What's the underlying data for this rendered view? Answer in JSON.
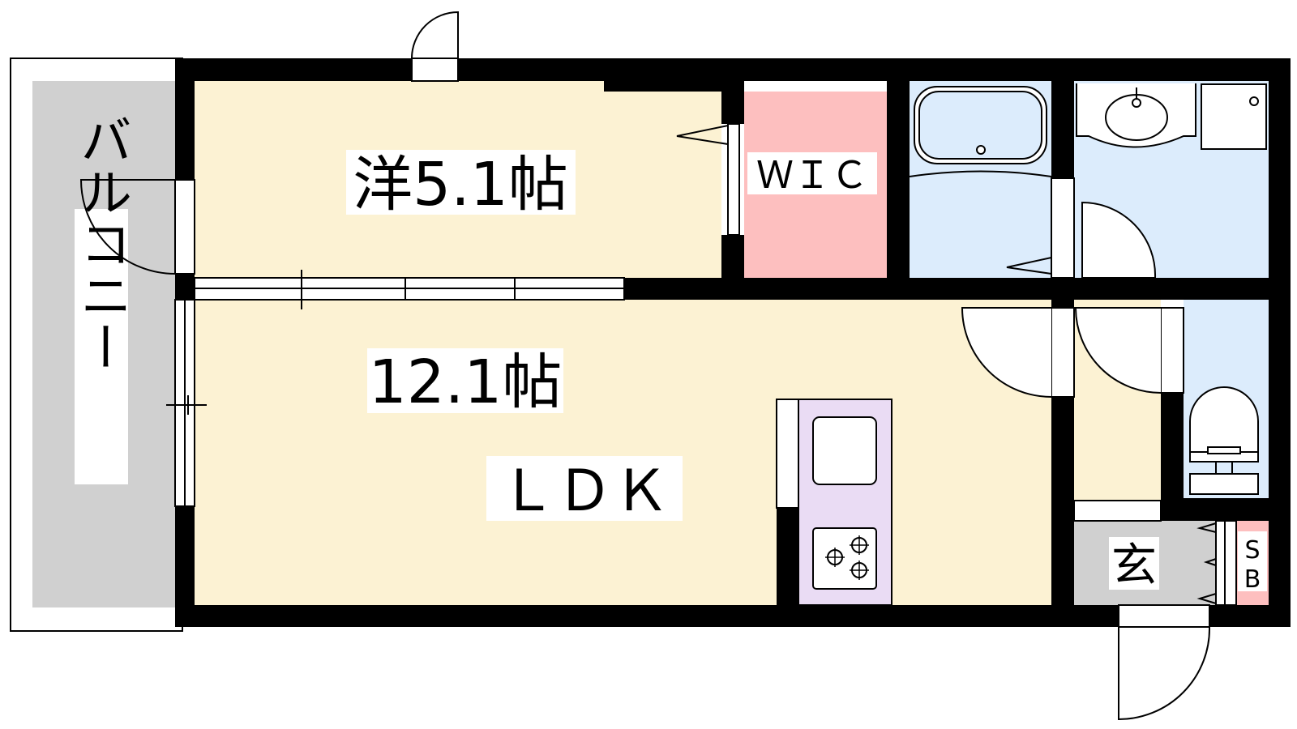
{
  "rooms": {
    "western_room": {
      "label": "洋5.1帖",
      "color": "#fcf2d3"
    },
    "ldk_area": {
      "label": "12.1帖",
      "color": "#fcf2d3"
    },
    "ldk_name": {
      "label": "ＬＤＫ"
    },
    "wic": {
      "label": "ＷＩＣ",
      "color": "#fdbfbf"
    },
    "balcony": {
      "label": "バルコニー",
      "color": "#d0d0d0"
    },
    "entrance": {
      "label": "玄",
      "color": "#d0d0d0"
    },
    "shoe_box": {
      "label_top": "S",
      "label_bottom": "B",
      "color": "#fdbfbf"
    },
    "bath": {
      "color": "#dcecfc"
    },
    "washroom": {
      "color": "#dcecfc"
    },
    "toilet": {
      "color": "#dcecfc"
    },
    "kitchen": {
      "color": "#eadcf4"
    }
  },
  "colors": {
    "wall": "#000000",
    "line": "#000000"
  }
}
